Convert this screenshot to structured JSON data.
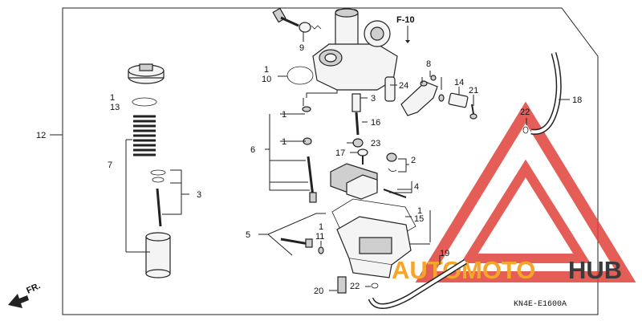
{
  "diagram": {
    "section_code": "F-10",
    "diagram_code": "KN4E-E1600A",
    "front_label": "FR.",
    "callouts": [
      "1",
      "13",
      "7",
      "3",
      "12",
      "1",
      "10",
      "9",
      "1",
      "6",
      "1",
      "5",
      "1",
      "11",
      "20",
      "22",
      "19",
      "15",
      "1",
      "4",
      "2",
      "17",
      "23",
      "16",
      "3",
      "24",
      "8",
      "14",
      "21",
      "22",
      "18"
    ]
  },
  "watermark": {
    "brand_a": "AUTO",
    "brand_b": "MOTO",
    "brand_c": "HUB",
    "color_red": "#e0413a",
    "color_orange": "#f4a52a",
    "color_dark": "#3a3a3a"
  }
}
